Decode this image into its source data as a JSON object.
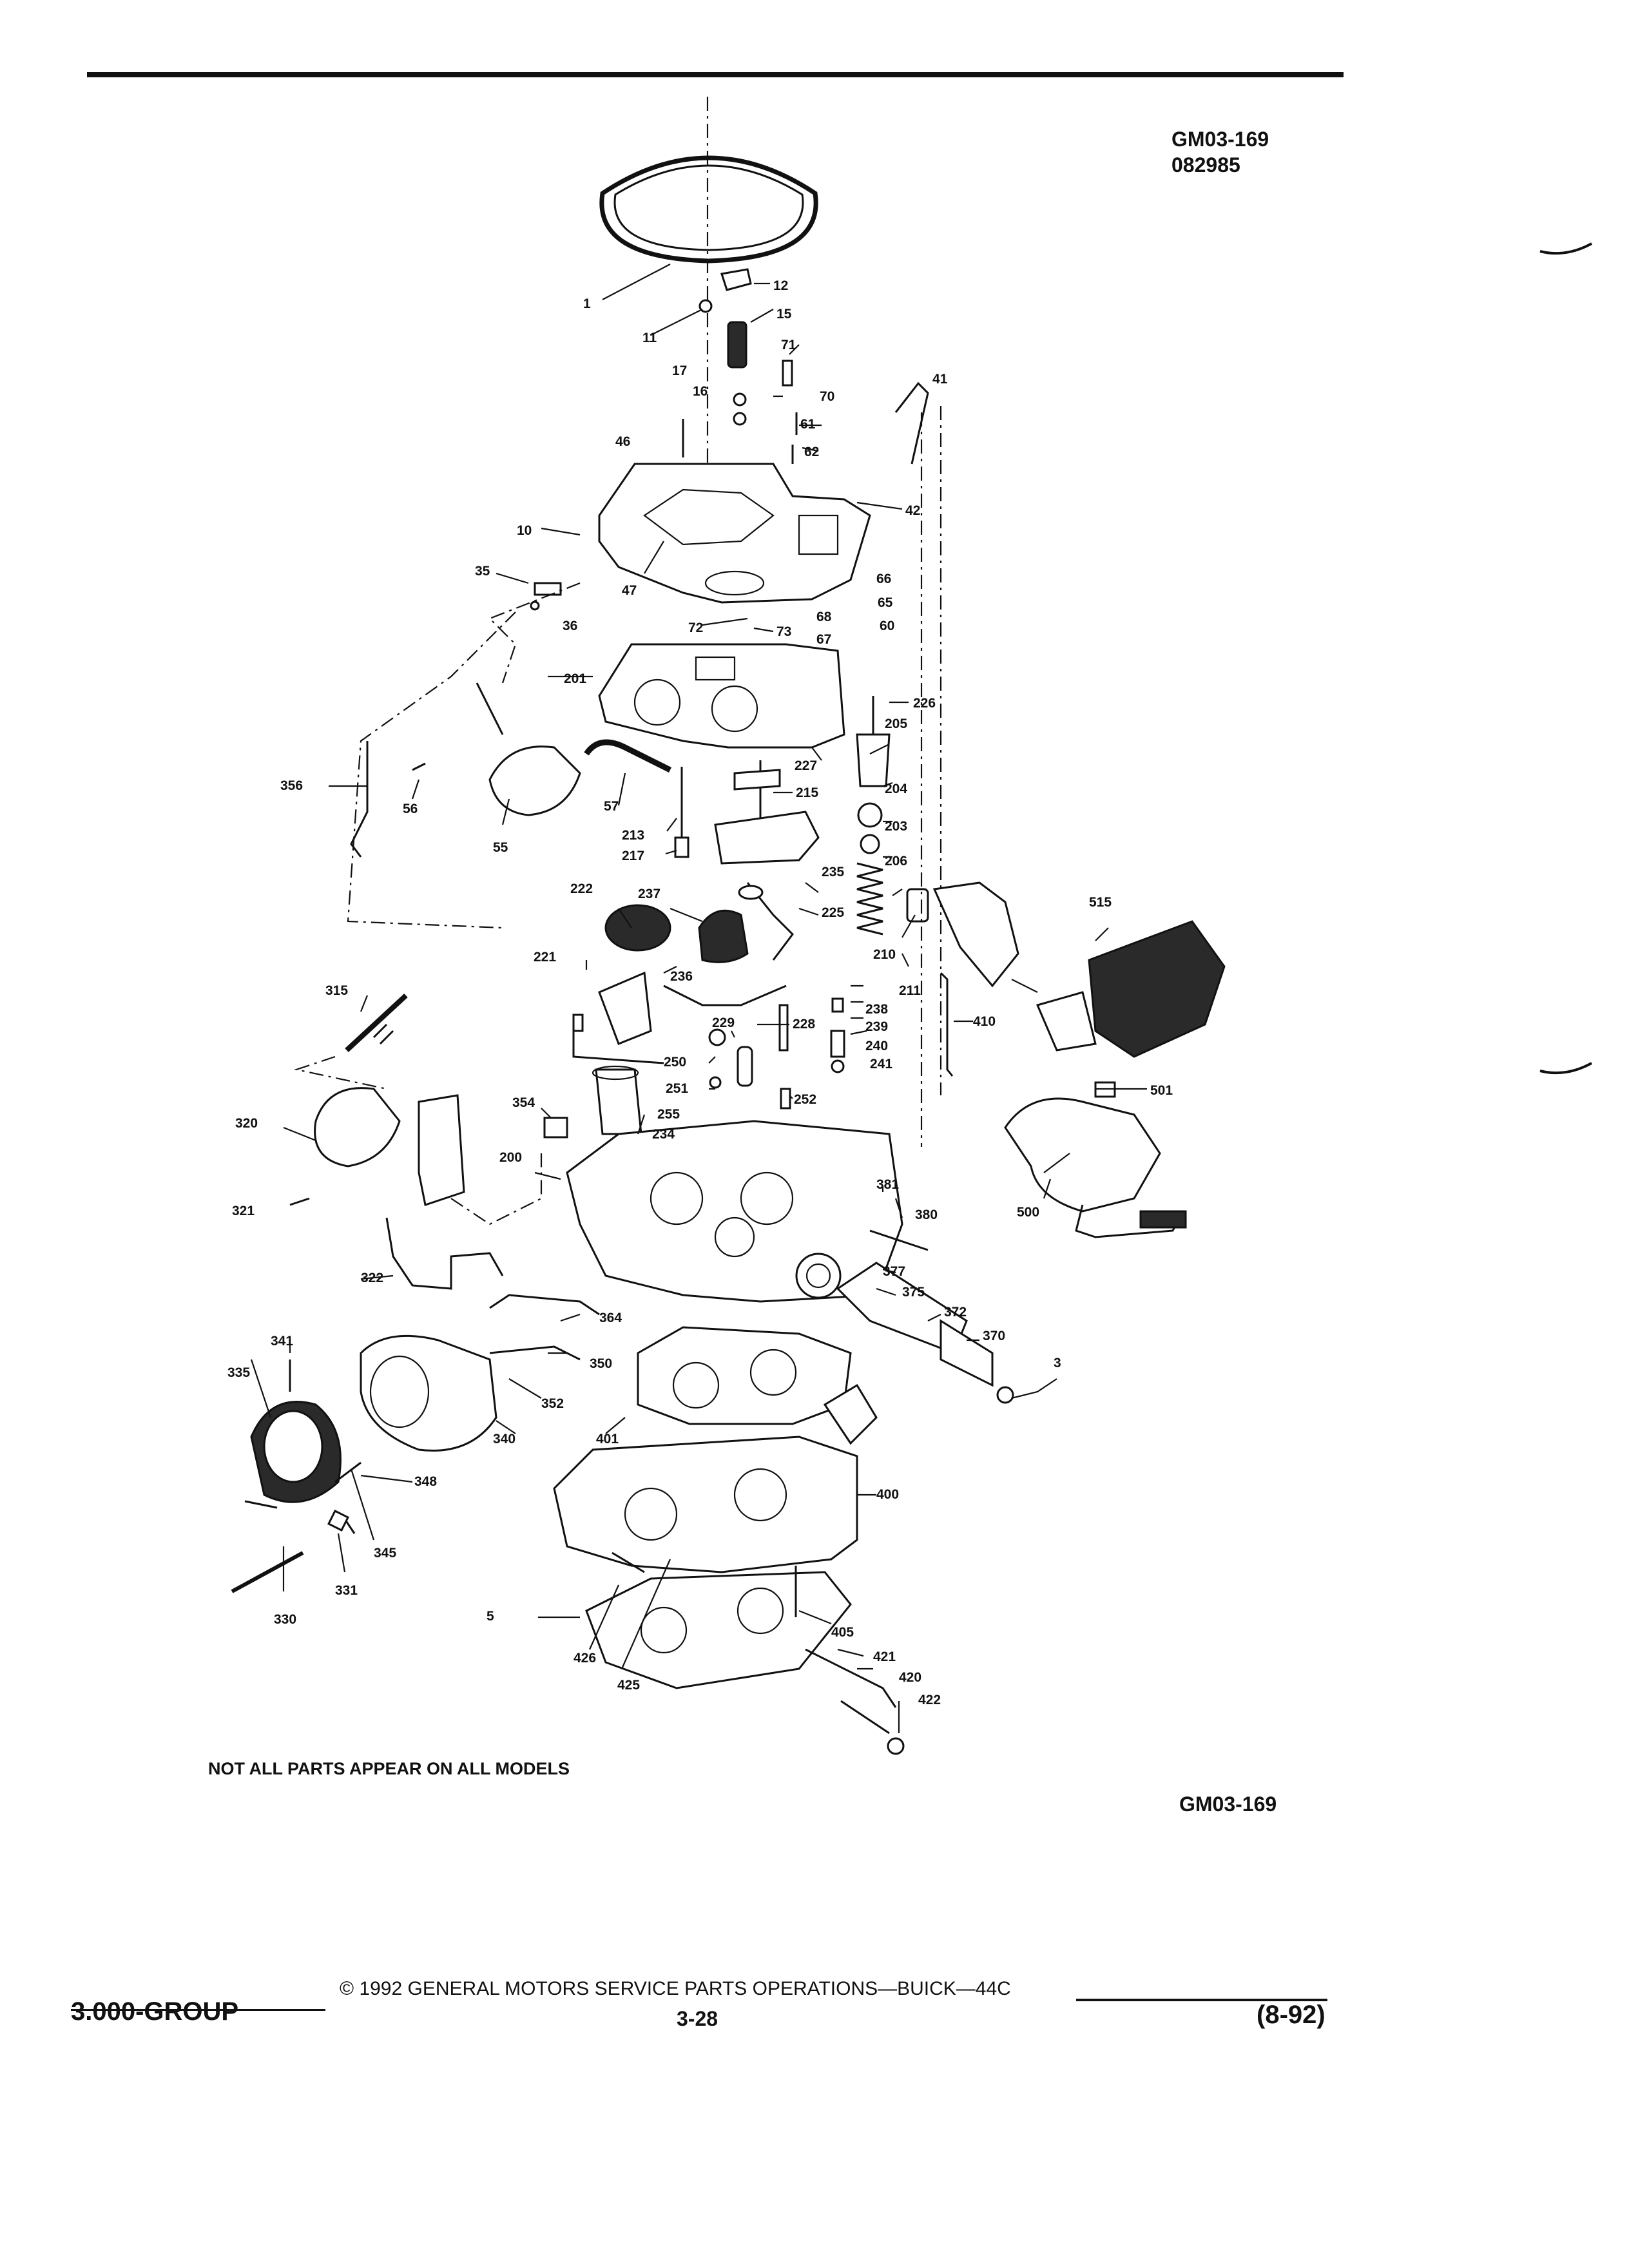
{
  "header": {
    "figure_code": "GM03-169",
    "figure_date": "082985"
  },
  "diagram": {
    "part_numbers": [
      "1",
      "3",
      "5",
      "10",
      "11",
      "12",
      "15",
      "16",
      "17",
      "35",
      "36",
      "41",
      "42",
      "46",
      "47",
      "55",
      "56",
      "57",
      "60",
      "61",
      "62",
      "65",
      "66",
      "67",
      "68",
      "70",
      "71",
      "72",
      "73",
      "200",
      "201",
      "203",
      "204",
      "205",
      "206",
      "210",
      "211",
      "213",
      "215",
      "217",
      "221",
      "222",
      "225",
      "226",
      "227",
      "228",
      "229",
      "234",
      "235",
      "236",
      "237",
      "238",
      "239",
      "240",
      "241",
      "250",
      "251",
      "252",
      "255",
      "315",
      "320",
      "321",
      "322",
      "330",
      "331",
      "335",
      "340",
      "341",
      "345",
      "348",
      "350",
      "352",
      "354",
      "356",
      "364",
      "370",
      "372",
      "375",
      "377",
      "380",
      "381",
      "400",
      "401",
      "405",
      "410",
      "420",
      "421",
      "422",
      "425",
      "426",
      "500",
      "501",
      "515"
    ]
  },
  "notes": {
    "models_note": "NOT ALL PARTS APPEAR ON ALL MODELS",
    "figure_code_bottom": "GM03-169"
  },
  "footer": {
    "copyright": "© 1992 GENERAL MOTORS SERVICE PARTS OPERATIONS—BUICK—44C",
    "section": "3.000-GROUP",
    "page_number": "3-28",
    "revision": "(8-92)"
  }
}
